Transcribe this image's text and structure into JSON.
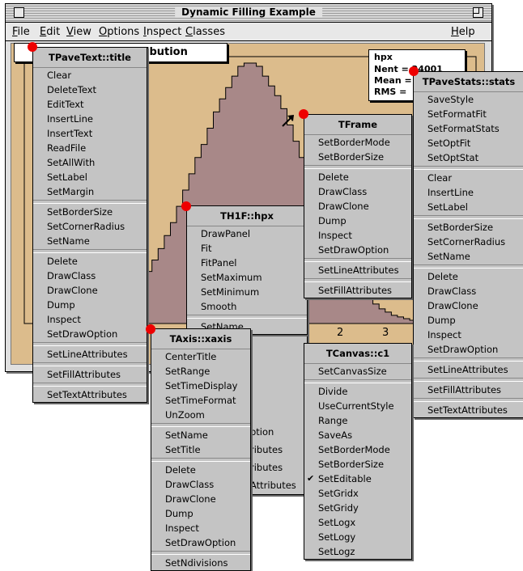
{
  "window": {
    "title": "Dynamic Filling Example",
    "menus": [
      "File",
      "Edit",
      "View",
      "Options",
      "Inspect",
      "Classes"
    ],
    "help": "Help"
  },
  "histogram": {
    "title": "ibution",
    "stats": {
      "name": "hpx",
      "nent": "Nent = 24001",
      "mean": "Mean =",
      "rms": "RMS ="
    },
    "axis_labels": [
      "2",
      "3"
    ],
    "bins": [
      1,
      1,
      2,
      2,
      3,
      4,
      5,
      6,
      8,
      10,
      13,
      17,
      21,
      26,
      32,
      39,
      46,
      54,
      62,
      72,
      82,
      92,
      102,
      110,
      120,
      130,
      138,
      145,
      152,
      158,
      160,
      160,
      158,
      152,
      146,
      140,
      132,
      122,
      112,
      102,
      92,
      82,
      72,
      62,
      53,
      45,
      38,
      31,
      25,
      20,
      16,
      12,
      9,
      7,
      5,
      4,
      3,
      2,
      2,
      1,
      1,
      1
    ],
    "bin_max": 160
  },
  "colors": {
    "hist_fill": "#a88888",
    "pad": "#dcbc8c",
    "menu_bg": "#c4c4c4",
    "marker": "#ee0000"
  },
  "menus": {
    "pavetext": {
      "header": "TPaveText::title",
      "groups": [
        [
          "Clear",
          "DeleteText",
          "EditText",
          "InsertLine",
          "InsertText",
          "ReadFile",
          "SetAllWith",
          "SetLabel",
          "SetMargin"
        ],
        [
          "SetBorderSize",
          "SetCornerRadius",
          "SetName"
        ],
        [
          "Delete",
          "DrawClass",
          "DrawClone",
          "Dump",
          "Inspect",
          "SetDrawOption"
        ],
        [
          "SetLineAttributes"
        ],
        [
          "SetFillAttributes"
        ],
        [
          "SetTextAttributes"
        ]
      ]
    },
    "th1f": {
      "header": "TH1F::hpx",
      "groups": [
        [
          "DrawPanel",
          "Fit",
          "FitPanel",
          "SetMaximum",
          "SetMinimum",
          "Smooth"
        ],
        [
          "SetName"
        ]
      ]
    },
    "th1f_hidden": [
      "ption",
      "ributes",
      "ributes",
      "Attributes"
    ],
    "tframe": {
      "header": "TFrame",
      "groups": [
        [
          "SetBorderMode",
          "SetBorderSize"
        ],
        [
          "Delete",
          "DrawClass",
          "DrawClone",
          "Dump",
          "Inspect",
          "SetDrawOption"
        ],
        [
          "SetLineAttributes"
        ],
        [
          "SetFillAttributes"
        ]
      ]
    },
    "tpavestats": {
      "header": "TPaveStats::stats",
      "groups": [
        [
          "SaveStyle",
          "SetFormatFit",
          "SetFormatStats",
          "SetOptFit",
          "SetOptStat"
        ],
        [
          "Clear",
          "InsertLine",
          "SetLabel"
        ],
        [
          "SetBorderSize",
          "SetCornerRadius",
          "SetName"
        ],
        [
          "Delete",
          "DrawClass",
          "DrawClone",
          "Dump",
          "Inspect",
          "SetDrawOption"
        ],
        [
          "SetLineAttributes"
        ],
        [
          "SetFillAttributes"
        ],
        [
          "SetTextAttributes"
        ]
      ]
    },
    "taxis": {
      "header": "TAxis::xaxis",
      "groups": [
        [
          "CenterTitle",
          "SetRange",
          "SetTimeDisplay",
          "SetTimeFormat",
          "UnZoom"
        ],
        [
          "SetName",
          "SetTitle"
        ],
        [
          "Delete",
          "DrawClass",
          "DrawClone",
          "Dump",
          "Inspect",
          "SetDrawOption"
        ],
        [
          "SetNdivisions"
        ]
      ]
    },
    "tcanvas": {
      "header": "TCanvas::c1",
      "groups": [
        [
          "SetCanvasSize"
        ],
        [
          "Divide",
          "UseCurrentStyle",
          "Range",
          "SaveAs",
          "SetBorderMode",
          "SetBorderSize",
          "SetEditable",
          "SetGridx",
          "SetGridy",
          "SetLogx",
          "SetLogy",
          "SetLogz"
        ]
      ],
      "checked": "SetEditable"
    }
  }
}
